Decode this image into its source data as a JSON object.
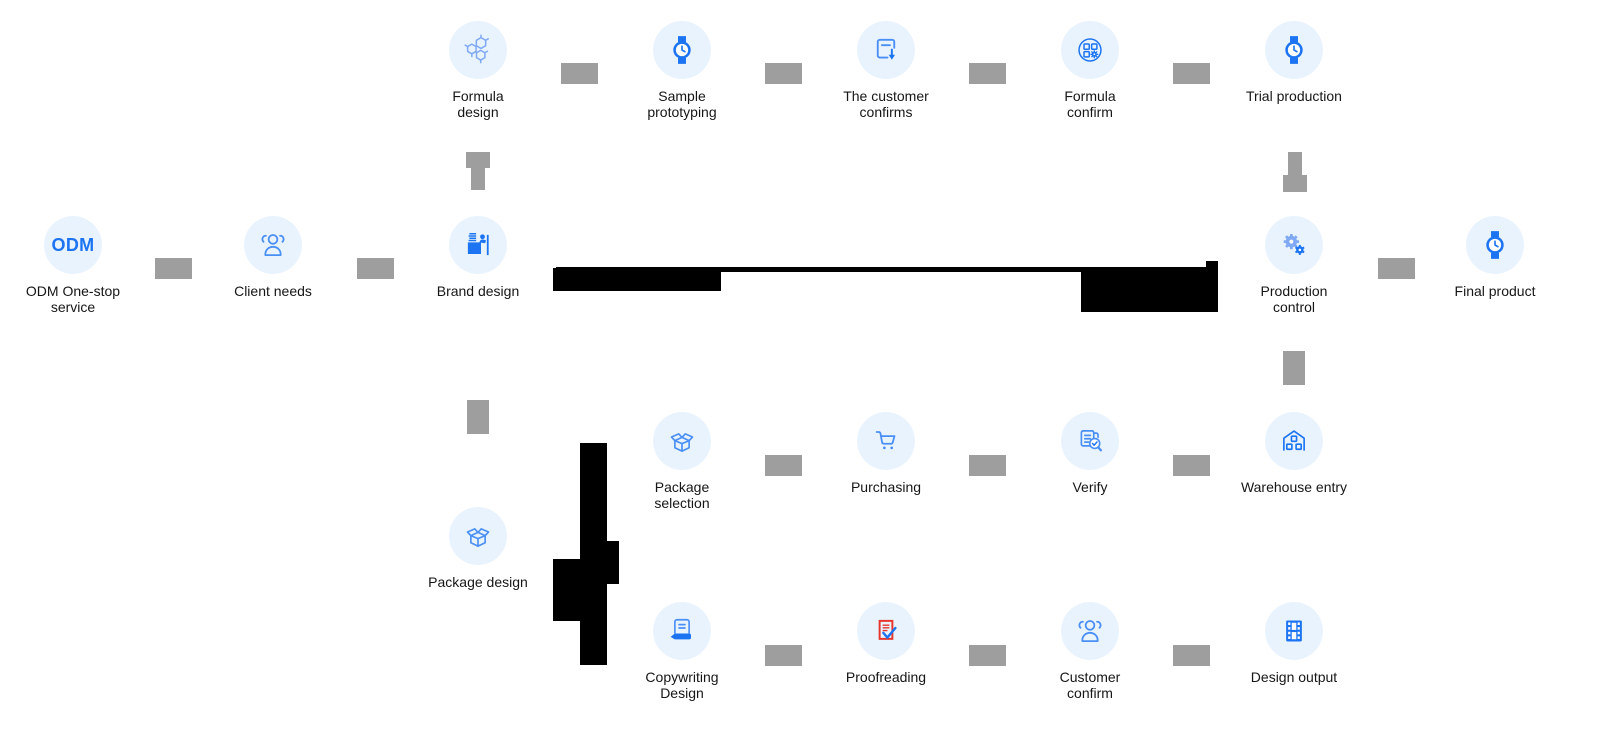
{
  "odm_badge_text": "ODM",
  "colors": {
    "node-circle-bg": "#e9f3fe",
    "icon-fill-blue": "#1c74f2",
    "icon-stroke-blue": "#4a8ff5",
    "icon-light-blue": "#7fa9f4",
    "alert-red": "#e8352c",
    "connector-gray": "#9e9e9e",
    "redaction-black": "#000000",
    "label-ink": "#161616"
  },
  "nodes": [
    {
      "id": "odm-one-stop-service",
      "icon": "odm-badge",
      "label": [
        "ODM One-stop",
        "service"
      ]
    },
    {
      "id": "client-needs",
      "icon": "people-icon",
      "label": [
        "Client needs"
      ]
    },
    {
      "id": "brand-design",
      "icon": "designer-desk-icon",
      "label": [
        "Brand design"
      ]
    },
    {
      "id": "formula-design",
      "icon": "molecule-icon",
      "label": [
        "Formula",
        "design"
      ]
    },
    {
      "id": "sample-prototyping",
      "icon": "watch-icon",
      "label": [
        "Sample",
        "prototyping"
      ]
    },
    {
      "id": "the-customer-confirms",
      "icon": "document-download-icon",
      "label": [
        "The customer",
        "confirms"
      ]
    },
    {
      "id": "formula-confirm",
      "icon": "components-gear-icon",
      "label": [
        "Formula",
        "confirm"
      ]
    },
    {
      "id": "trial-production",
      "icon": "watch-icon",
      "label": [
        "Trial production"
      ]
    },
    {
      "id": "production-control",
      "icon": "gears-icon",
      "label": [
        "Production",
        "control"
      ]
    },
    {
      "id": "final-product",
      "icon": "watch-icon",
      "label": [
        "Final product"
      ]
    },
    {
      "id": "package-selection",
      "icon": "open-box-icon",
      "label": [
        "Package",
        "selection"
      ]
    },
    {
      "id": "purchasing",
      "icon": "cart-icon",
      "label": [
        "Purchasing"
      ]
    },
    {
      "id": "verify",
      "icon": "document-magnifier-icon",
      "label": [
        "Verify"
      ]
    },
    {
      "id": "warehouse-entry",
      "icon": "warehouse-icon",
      "label": [
        "Warehouse entry"
      ]
    },
    {
      "id": "package-design",
      "icon": "open-box-icon",
      "label": [
        "Package design"
      ]
    },
    {
      "id": "copywriting-design",
      "icon": "document-pencil-icon",
      "label": [
        "Copywriting",
        "Design"
      ]
    },
    {
      "id": "proofreading",
      "icon": "proofread-check-icon",
      "label": [
        "Proofreading"
      ]
    },
    {
      "id": "customer-confirm",
      "icon": "people-icon",
      "label": [
        "Customer",
        "confirm"
      ]
    },
    {
      "id": "design-output",
      "icon": "film-strip-icon",
      "label": [
        "Design output"
      ]
    }
  ]
}
